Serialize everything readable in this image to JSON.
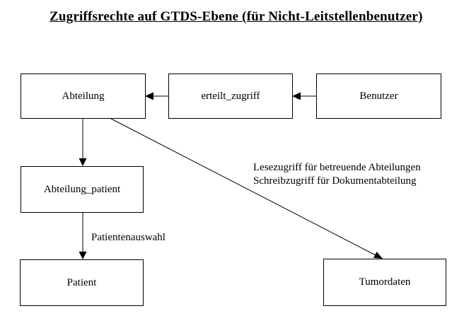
{
  "title": "Zugriffsrechte auf GTDS-Ebene (für Nicht-Leitstellenbenutzer)",
  "nodes": {
    "abteilung": {
      "label": "Abteilung"
    },
    "erteilt_zugriff": {
      "label": "erteilt_zugriff"
    },
    "benutzer": {
      "label": "Benutzer"
    },
    "abteilung_patient": {
      "label": "Abteilung_patient"
    },
    "patient": {
      "label": "Patient"
    },
    "tumordaten": {
      "label": "Tumordaten"
    }
  },
  "annotations": {
    "access_note_line1": "Lesezugriff für betreuende Abteilungen",
    "access_note_line2": "Schreibzugriff für Dokumentabteilung",
    "patient_edge_label": "Patientenauswahl"
  },
  "edges": [
    {
      "from": "benutzer",
      "to": "erteilt_zugriff",
      "direction": "left"
    },
    {
      "from": "erteilt_zugriff",
      "to": "abteilung",
      "direction": "left"
    },
    {
      "from": "abteilung",
      "to": "abteilung_patient",
      "direction": "down"
    },
    {
      "from": "abteilung_patient",
      "to": "patient",
      "direction": "down",
      "label": "Patientenauswahl"
    },
    {
      "from": "abteilung",
      "to": "tumordaten",
      "direction": "diagonal-down-right"
    }
  ],
  "colors": {
    "background": "#ffffff",
    "line": "#000000",
    "text": "#000000"
  }
}
